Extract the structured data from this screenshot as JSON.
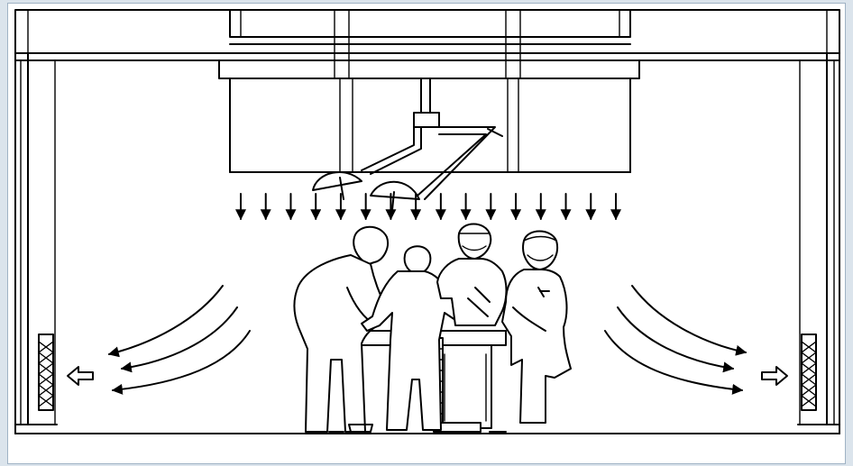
{
  "diagram": {
    "kind": "operating-room-laminar-airflow-schematic",
    "line_color": "#000000",
    "background_color": "#ffffff",
    "frame_color": "#dbe4ec",
    "icons": [
      "ceiling-structure",
      "laminar-flow-diffuser",
      "surgical-lamp",
      "downflow-arrow",
      "curved-airflow-arrow",
      "exhaust-grille",
      "outflow-arrow",
      "surgeon-figure",
      "operating-table"
    ],
    "downflow_arrow_count": 16,
    "curved_airflow_arrows_per_side": 3,
    "surgical_team_count": 4
  }
}
